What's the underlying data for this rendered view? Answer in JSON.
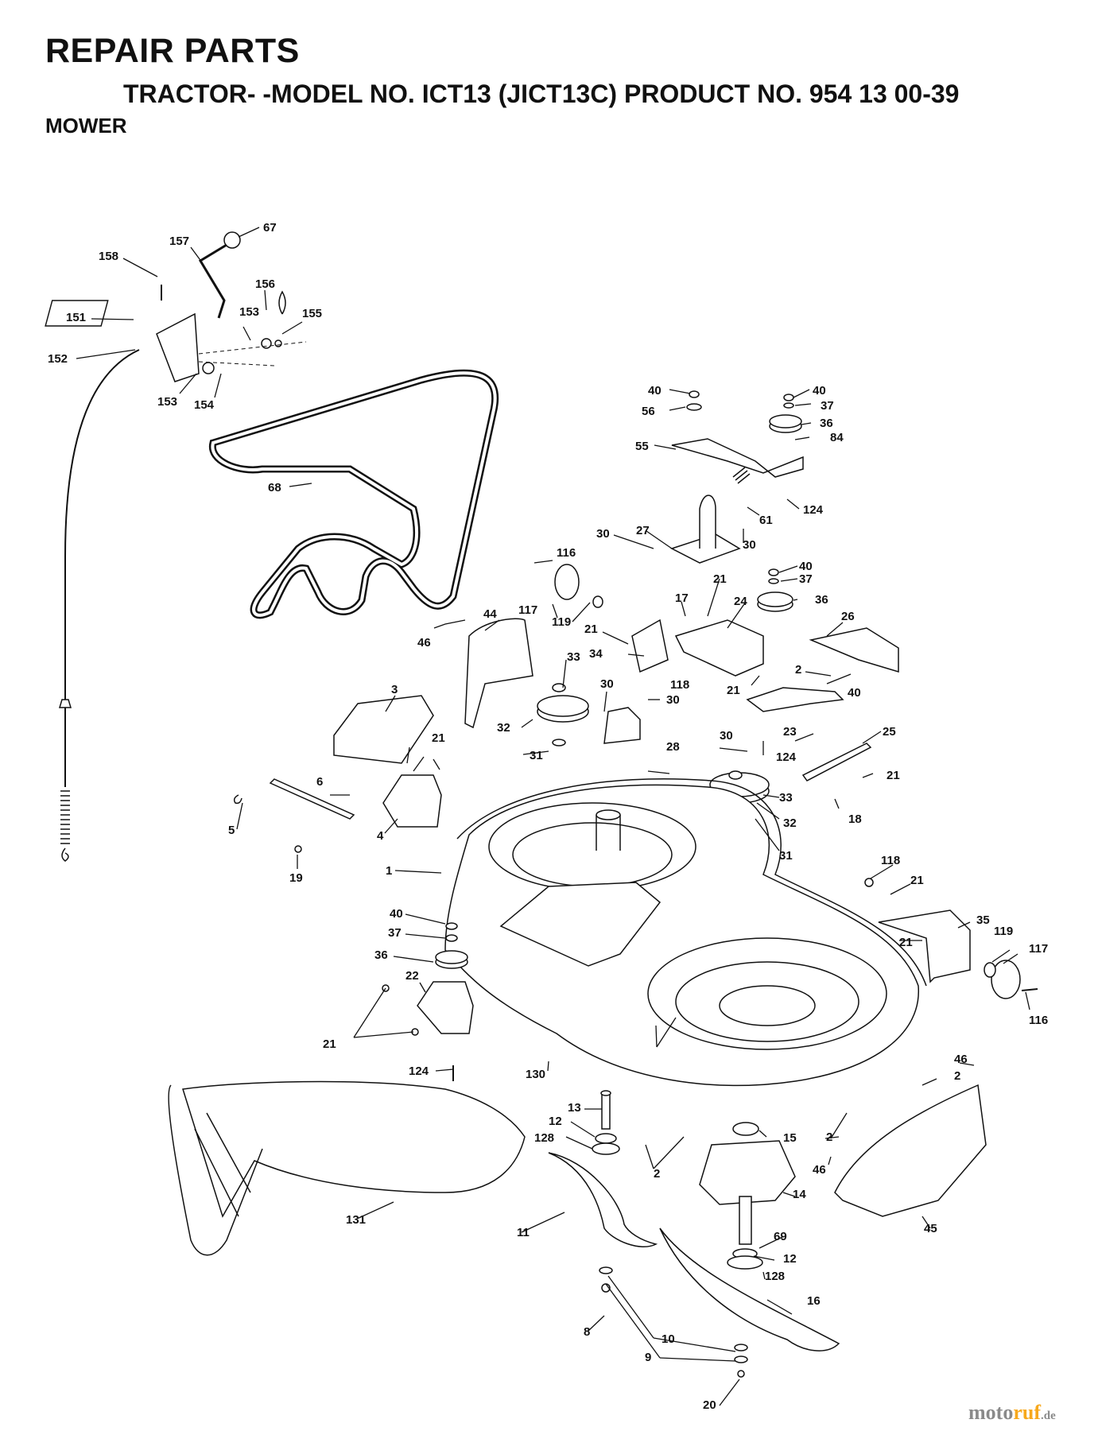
{
  "header": {
    "title": "REPAIR PARTS",
    "subtitle": "TRACTOR- -MODEL NO. ICT13 (JICT13C) PRODUCT NO. 954 13 00-39",
    "section": "MOWER"
  },
  "part_labels": [
    "67",
    "157",
    "158",
    "156",
    "151",
    "153",
    "155",
    "152",
    "153",
    "154",
    "68",
    "40",
    "56",
    "40",
    "37",
    "36",
    "84",
    "55",
    "124",
    "61",
    "30",
    "27",
    "30",
    "116",
    "40",
    "37",
    "17",
    "21",
    "24",
    "36",
    "117",
    "119",
    "46",
    "44",
    "21",
    "34",
    "118",
    "26",
    "33",
    "30",
    "30",
    "2",
    "40",
    "21",
    "3",
    "32",
    "31",
    "28",
    "21",
    "23",
    "25",
    "30",
    "124",
    "21",
    "6",
    "4",
    "5",
    "19",
    "33",
    "32",
    "18",
    "31",
    "1",
    "118",
    "21",
    "40",
    "37",
    "35",
    "21",
    "119",
    "117",
    "36",
    "22",
    "116",
    "21",
    "124",
    "130",
    "46",
    "2",
    "13",
    "12",
    "128",
    "15",
    "2",
    "2",
    "46",
    "14",
    "131",
    "11",
    "45",
    "69",
    "12",
    "128",
    "16",
    "8",
    "10",
    "9",
    "20"
  ],
  "watermark": {
    "part1": "moto",
    "part2": "ruf",
    "part3": ".de"
  }
}
